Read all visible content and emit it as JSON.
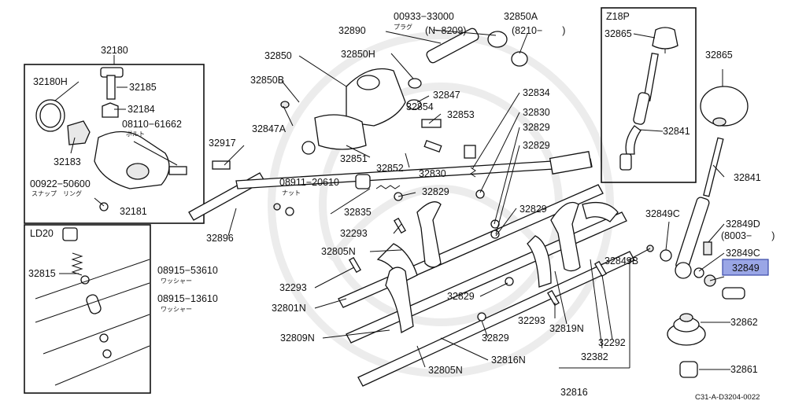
{
  "diagram": {
    "figure_code": "C31-A-D3204-0022",
    "highlighted_part": "32849",
    "panels": {
      "upper_left": {
        "title": "32180"
      },
      "lower_left": {
        "title": "LD20"
      },
      "upper_right": {
        "title": "Z18P"
      }
    },
    "labels": {
      "p32180H": "32180H",
      "p32185": "32185",
      "p32184": "32184",
      "p08110": "08110−61662",
      "p08110jp": "ボルト",
      "p32183": "32183",
      "p00922": "00922−50600",
      "p00922jp": "スナップ　リング",
      "p32181": "32181",
      "p32815": "32815",
      "p32917": "32917",
      "p32896": "32896",
      "p32850": "32850",
      "p32850B": "32850B",
      "p32847A": "32847A",
      "p32890": "32890",
      "p32850H": "32850H",
      "p00933": "00933−33000",
      "p00933jp": "プラグ",
      "p00933b": "(N−8209)",
      "p32850A": "32850A",
      "p32850Ab": "(8210−　　)",
      "p32847": "32847",
      "p32854": "32854",
      "p32853": "32853",
      "p32851": "32851",
      "p32852": "32852",
      "p32830a": "32830",
      "p32834": "32834",
      "p32830b": "32830",
      "p32829a": "32829",
      "p32829b": "32829",
      "p32829c": "32829",
      "p32829d": "32829",
      "p32829e": "32829",
      "p32829f": "32829",
      "p08911": "08911−20610",
      "p08911jp": "ナット",
      "p32835": "32835",
      "p32293a": "32293",
      "p32293b": "32293",
      "p32293c": "32293",
      "p32805Na": "32805N",
      "p32805Nb": "32805N",
      "p08915a": "08915−53610",
      "p08915ajp": "ワッシャー",
      "p08915b": "08915−13610",
      "p08915bjp": "ワッシャー",
      "p32801N": "32801N",
      "p32809N": "32809N",
      "p32816N": "32816N",
      "p32816": "32816",
      "p32819N": "32819N",
      "p32382": "32382",
      "p32292": "32292",
      "p32849B": "32849B",
      "p32849Ca": "32849C",
      "p32849Cb": "32849C",
      "p32849D": "32849D",
      "p32849Db": "(8003−　　)",
      "p32849": "32849",
      "p32862": "32862",
      "p32861": "32861",
      "p32865a": "32865",
      "p32865b": "32865",
      "p32841a": "32841",
      "p32841b": "32841"
    }
  }
}
